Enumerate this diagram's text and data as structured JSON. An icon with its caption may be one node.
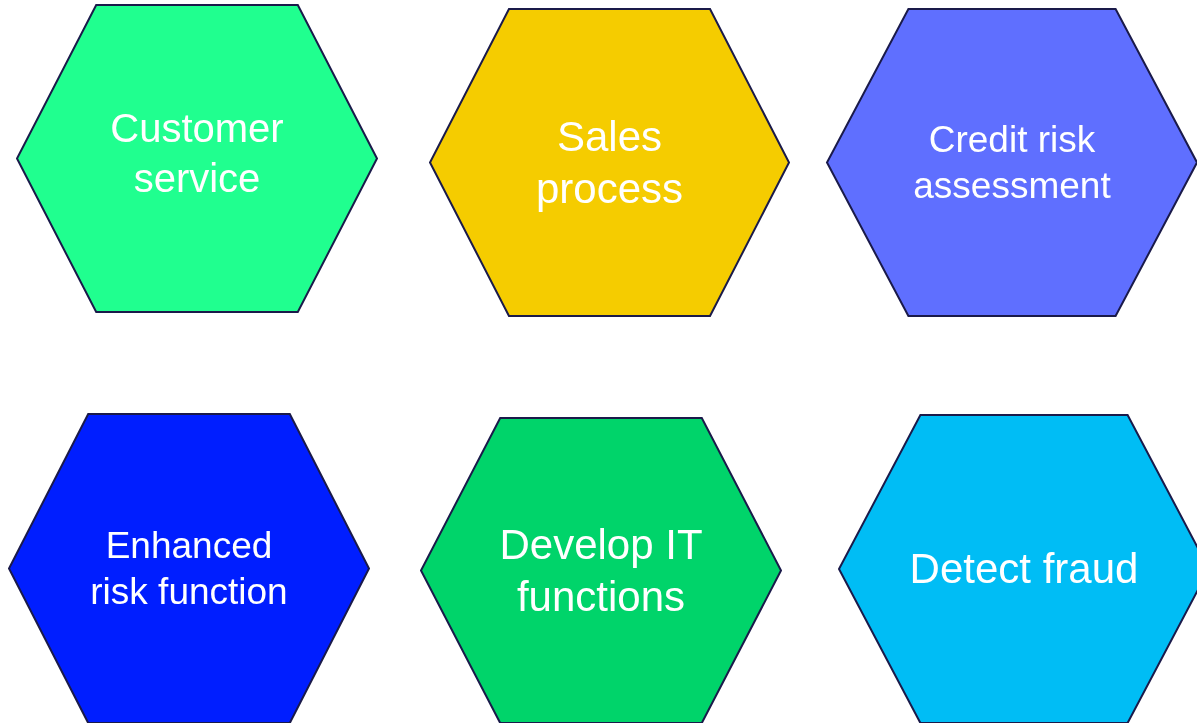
{
  "diagram": {
    "nodes": [
      {
        "text": [
          "Customer service"
        ]
      },
      {
        "text": [
          "Sales process"
        ]
      },
      {
        "text": [
          "Credit risk assessment"
        ]
      },
      {
        "text": [
          "Enhanced risk function"
        ]
      },
      {
        "text": [
          "Develop IT functions"
        ]
      },
      {
        "text": [
          "Detect fraud"
        ]
      }
    ]
  }
}
